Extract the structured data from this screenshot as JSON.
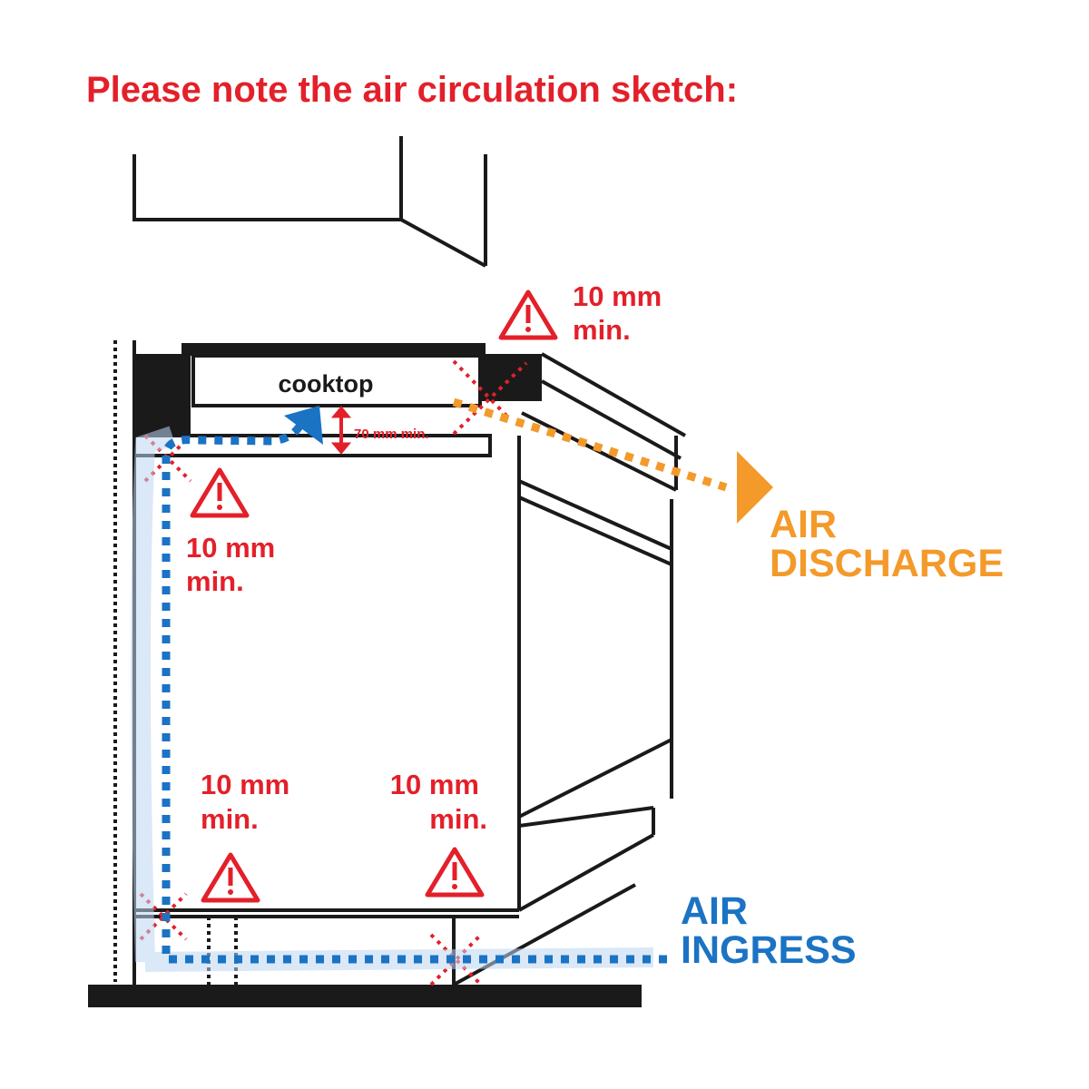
{
  "title": "Please note the air circulation sketch:",
  "cooktop_label": "cooktop",
  "gap_label": "70 mm min.",
  "clearances": [
    {
      "line1": "10 mm",
      "line2": "min."
    },
    {
      "line1": "10 mm",
      "line2": "min."
    },
    {
      "line1": "10 mm",
      "line2": "min."
    },
    {
      "line1": "10 mm",
      "line2": "min."
    }
  ],
  "air_discharge": {
    "line1": "AIR",
    "line2": "DISCHARGE"
  },
  "air_ingress": {
    "line1": "AIR",
    "line2": "INGRESS"
  },
  "colors": {
    "red": "#e3202a",
    "blue": "#1b73c3",
    "orange": "#f39a2b",
    "black": "#1a1a1a"
  }
}
